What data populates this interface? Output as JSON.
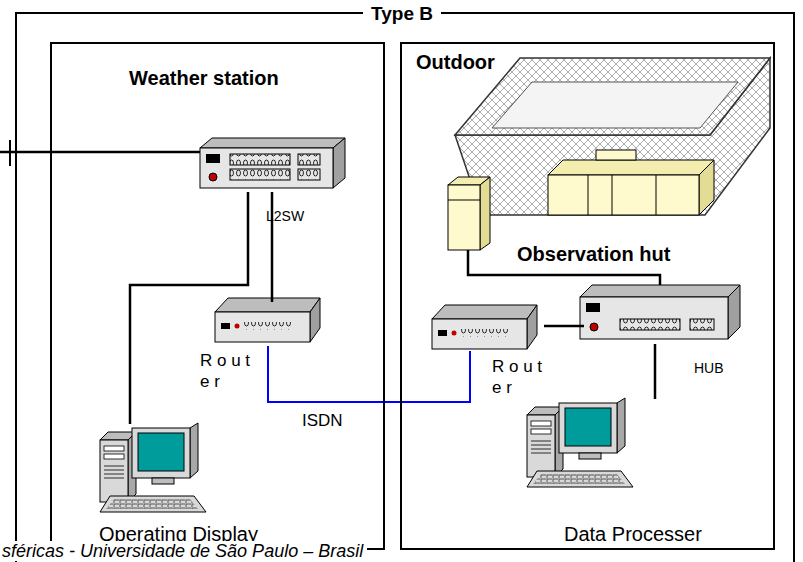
{
  "diagram": {
    "caption": "sféricas - Universidade de São Paulo – Brasil",
    "nodes": [
      {
        "text": [
          "Type B"
        ]
      },
      {
        "text": [
          "Weather station"
        ],
        "in": 0
      },
      {
        "text": [
          "Outdoor",
          "Observation hut"
        ],
        "in": 0
      },
      {
        "text": [
          "L2SW"
        ],
        "in": 1
      },
      {
        "text": [
          "R o u t e r"
        ],
        "in": 1
      },
      {
        "text": [
          "Operating Display"
        ],
        "in": 1
      },
      {
        "text": [
          "R o u t e r"
        ],
        "in": 2
      },
      {
        "text": [
          "HUB"
        ],
        "in": 2
      },
      {
        "text": [
          "Data Processer"
        ],
        "in": 2
      }
    ],
    "edges": [
      {
        "from": 3,
        "to": 4,
        "arrow": "none"
      },
      {
        "from": 3,
        "to": 5,
        "arrow": "none"
      },
      {
        "from": 4,
        "to": 6,
        "label": "ISDN",
        "arrow": "none"
      },
      {
        "from": 6,
        "to": 7,
        "arrow": "none"
      },
      {
        "from": 7,
        "to": 8,
        "arrow": "none"
      }
    ]
  }
}
